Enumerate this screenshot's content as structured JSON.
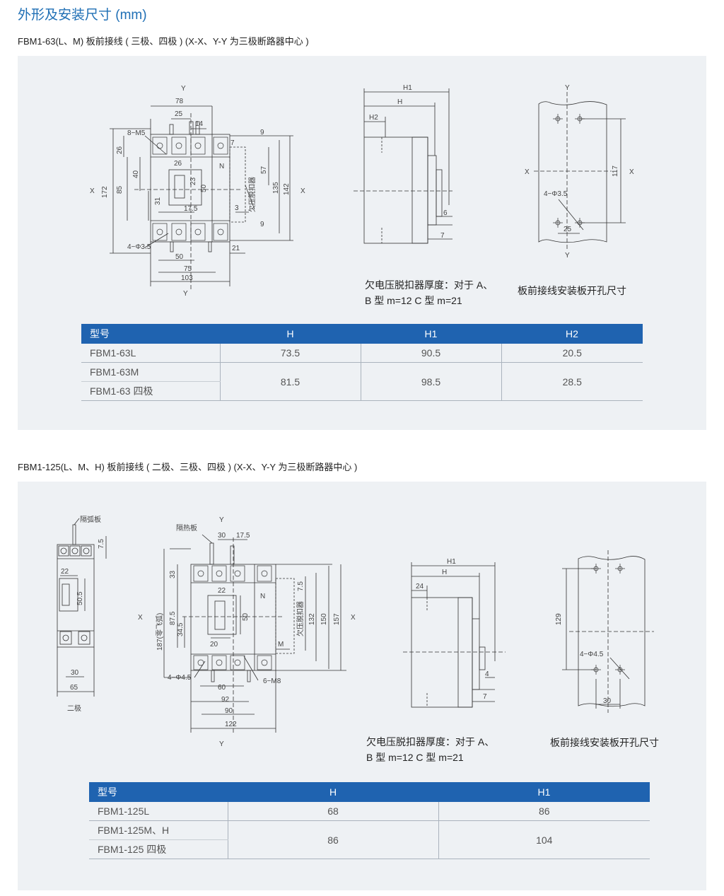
{
  "title": "外形及安装尺寸 (mm)",
  "s1": {
    "heading": "FBM1-63(L、M) 板前接线 ( 三极、四极 )   (X-X、Y-Y 为三极断路器中心 )",
    "note_line1": "欠电压脱扣器厚度：对于 A、",
    "note_line2": "B 型 m=12  C 型 m=21",
    "caption": "板前接线安装板开孔尺寸",
    "front": {
      "y_top": "Y",
      "y_bot": "Y",
      "x_left": "X",
      "x_right": "X",
      "d78": "78",
      "d25": "25",
      "d14": "14",
      "d9a": "9",
      "d9b": "9",
      "d7": "7",
      "d26v": "26",
      "d172": "172",
      "d85": "85",
      "d40": "40",
      "d31": "31",
      "d26h": "26",
      "d23": "23",
      "d50v": "50",
      "d17_5": "17.5",
      "d57": "57",
      "d135": "135",
      "d142": "142",
      "d3": "3",
      "d21": "21",
      "d50h": "50",
      "d75": "75",
      "d103": "103",
      "m5": "8−M5",
      "hole": "4−Φ3.5",
      "N": "N",
      "uv": "欠压脱扣器"
    },
    "side": {
      "H1": "H1",
      "H": "H",
      "H2": "H2",
      "d6": "6",
      "d7": "7"
    },
    "cutout": {
      "y_top": "Y",
      "y_bot": "Y",
      "x_left": "X",
      "x_right": "X",
      "d117": "117",
      "hole": "4−Φ3.5",
      "d25": "25"
    },
    "table": {
      "headers": [
        "型号",
        "H",
        "H1",
        "H2"
      ],
      "r1": {
        "model": "FBM1-63L",
        "h": "73.5",
        "h1": "90.5",
        "h2": "20.5"
      },
      "r2": {
        "model": "FBM1-63M",
        "h": "81.5",
        "h1": "98.5",
        "h2": "28.5"
      },
      "r3": {
        "model": "FBM1-63 四极"
      }
    }
  },
  "s2": {
    "heading": "FBM1-125(L、M、H) 板前接线 ( 二极、三极、四极 )   (X-X、Y-Y 为三极断路器中心 )",
    "note_line1": "欠电压脱扣器厚度：对于 A、",
    "note_line2": "B 型 m=12  C 型 m=21",
    "caption": "板前接线安装板开孔尺寸",
    "twopole": {
      "barrier": "隔弧板",
      "d7_5": "7.5",
      "d22": "22",
      "d50_5": "50.5",
      "d30": "30",
      "d65": "65",
      "label": "二极"
    },
    "front": {
      "heat": "隔热板",
      "y_top": "Y",
      "y_bot": "Y",
      "x_left": "X",
      "x_right": "X",
      "d30": "30",
      "d17_5": "17.5",
      "d33": "33",
      "d22": "22",
      "d87_5": "87.5",
      "d187": "187(零飞弧)",
      "d34_5": "34.5",
      "d50": "50",
      "d20": "20",
      "d7_5": "7.5",
      "d132": "132",
      "d150": "150",
      "d157": "157",
      "hole": "4−Φ4.5",
      "m8": "6−M8",
      "d60": "60",
      "d92": "92",
      "d90": "90",
      "d122": "122",
      "N": "N",
      "M": "M",
      "uv": "欠压脱扣器"
    },
    "side": {
      "H1": "H1",
      "H": "H",
      "d24": "24",
      "d4": "4",
      "d7": "7"
    },
    "cutout": {
      "d129": "129",
      "hole": "4−Φ4.5",
      "d30": "30"
    },
    "table": {
      "headers": [
        "型号",
        "H",
        "H1"
      ],
      "r1": {
        "model": "FBM1-125L",
        "h": "68",
        "h1": "86"
      },
      "r2": {
        "model": "FBM1-125M、H",
        "h": "86",
        "h1": "104"
      },
      "r3": {
        "model": "FBM1-125 四极"
      }
    }
  }
}
